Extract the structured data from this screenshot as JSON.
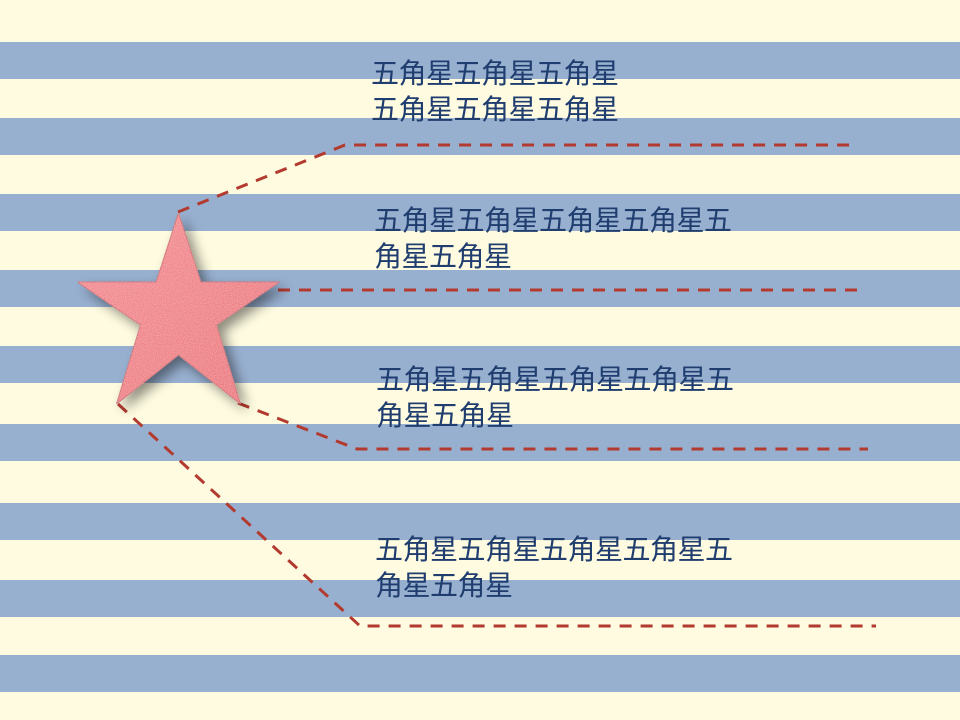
{
  "colors": {
    "background": "#fefbe0",
    "stripe": "#98b0d0",
    "text": "#1f3d6e",
    "leader_line": "#b23a2f",
    "star": "#e8545e"
  },
  "icons": {
    "center": "red-star-icon"
  },
  "callouts": [
    {
      "lines": [
        "五角星五角星五角星",
        "五角星五角星五角星"
      ]
    },
    {
      "lines": [
        "五角星五角星五角星五角星五",
        "角星五角星"
      ]
    },
    {
      "lines": [
        "五角星五角星五角星五角星五",
        "角星五角星"
      ]
    },
    {
      "lines": [
        "五角星五角星五角星五角星五",
        "角星五角星"
      ]
    }
  ]
}
